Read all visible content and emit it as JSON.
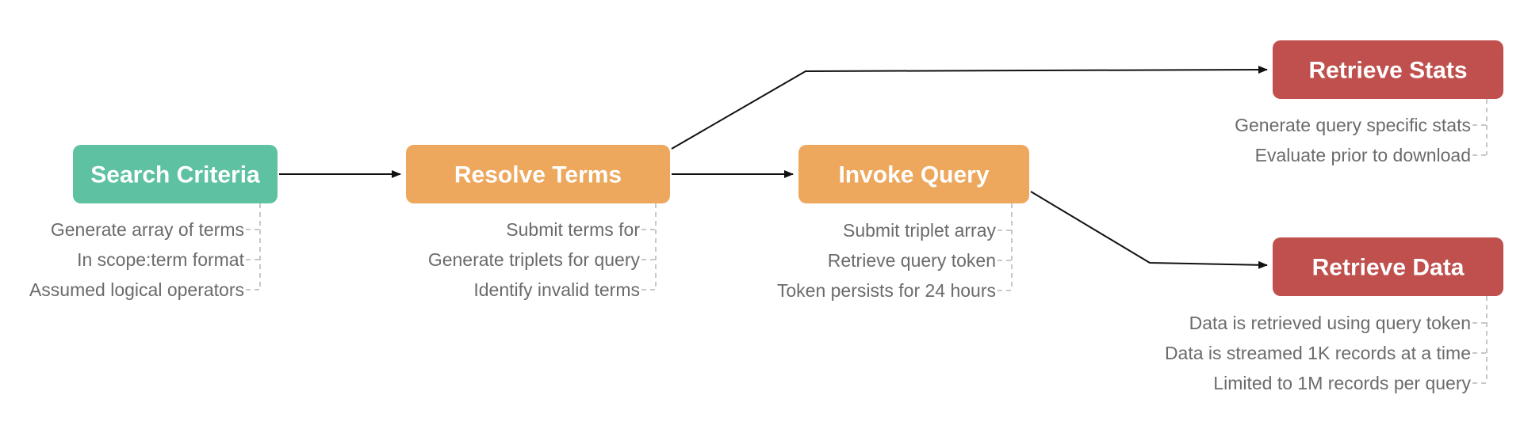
{
  "colors": {
    "start": "#5ec2a2",
    "process": "#eda85d",
    "output": "#c0504d",
    "note_text": "#6b6b6b",
    "edge": "#111111"
  },
  "nodes": [
    {
      "id": "search-criteria",
      "label": "Search Criteria",
      "role": "start",
      "notes": [
        "Generate array of terms",
        "In scope:term format",
        "Assumed logical operators"
      ]
    },
    {
      "id": "resolve-terms",
      "label": "Resolve Terms",
      "role": "process",
      "notes": [
        "Submit terms for",
        "Generate triplets for query",
        "Identify invalid terms"
      ]
    },
    {
      "id": "invoke-query",
      "label": "Invoke Query",
      "role": "process",
      "notes": [
        "Submit triplet array",
        "Retrieve query token",
        "Token persists for 24 hours"
      ]
    },
    {
      "id": "retrieve-stats",
      "label": "Retrieve Stats",
      "role": "output",
      "notes": [
        "Generate query specific stats",
        "Evaluate prior to download"
      ]
    },
    {
      "id": "retrieve-data",
      "label": "Retrieve Data",
      "role": "output",
      "notes": [
        "Data is retrieved using query token",
        "Data is streamed 1K records at a time",
        "Limited to 1M records per query"
      ]
    }
  ],
  "edges": [
    {
      "from": "search-criteria",
      "to": "resolve-terms"
    },
    {
      "from": "resolve-terms",
      "to": "invoke-query"
    },
    {
      "from": "resolve-terms",
      "to": "retrieve-stats"
    },
    {
      "from": "invoke-query",
      "to": "retrieve-data"
    }
  ]
}
